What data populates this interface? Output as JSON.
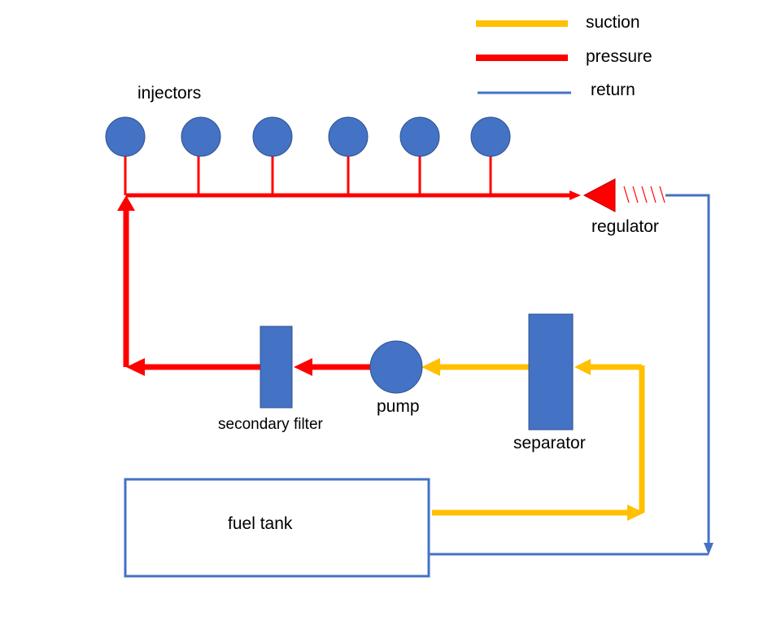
{
  "legend": {
    "suction": "suction",
    "pressure": "pressure",
    "return": "return"
  },
  "labels": {
    "injectors": "injectors",
    "regulator": "regulator",
    "pump": "pump",
    "secondary_filter": "secondary filter",
    "separator": "separator",
    "fuel_tank": "fuel tank"
  },
  "colors": {
    "suction": "#FFC000",
    "pressure": "#FF0000",
    "return": "#4472C4",
    "component_fill": "#4472C4",
    "component_stroke": "#2F528F"
  },
  "injector_count": 6
}
